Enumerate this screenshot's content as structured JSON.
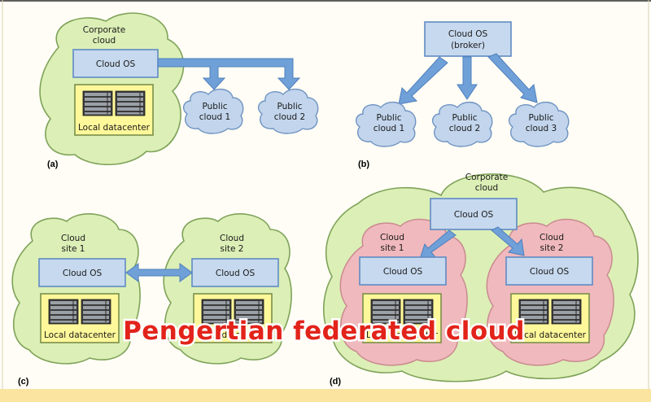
{
  "panels": {
    "a": {
      "tag": "(a)",
      "corporate_cloud": "Corporate\ncloud",
      "cloud_os": "Cloud OS",
      "datacenter": "Local datacenter",
      "public_cloud_1": "Public\ncloud 1",
      "public_cloud_2": "Public\ncloud 2"
    },
    "b": {
      "tag": "(b)",
      "broker": "Cloud OS\n(broker)",
      "public_cloud_1": "Public\ncloud 1",
      "public_cloud_2": "Public\ncloud 2",
      "public_cloud_3": "Public\ncloud 3"
    },
    "c": {
      "tag": "(c)",
      "site1": "Cloud\nsite 1",
      "site2": "Cloud\nsite 2",
      "cloud_os_1": "Cloud OS",
      "cloud_os_2": "Cloud OS",
      "datacenter_1": "Local datacenter",
      "datacenter_2": "Local datacenter"
    },
    "d": {
      "tag": "(d)",
      "corporate_cloud": "Corporate\ncloud",
      "cloud_os_top": "Cloud OS",
      "site1": "Cloud\nsite 1",
      "site2": "Cloud\nsite 2",
      "cloud_os_1": "Cloud OS",
      "cloud_os_2": "Cloud OS",
      "datacenter_1": "Local datacenter",
      "datacenter_2": "Local datacenter"
    }
  },
  "watermark": "Pengertian federated cloud",
  "colors": {
    "cloud_green": "#dcefb6",
    "cloud_green_stroke": "#7fa35a",
    "cloud_blue": "#c2d5ec",
    "cloud_blue_stroke": "#6f93c2",
    "cloud_pink": "#f0b9bd",
    "cloud_pink_stroke": "#c98a8f",
    "os_fill": "#c7d9ee",
    "datacenter_fill": "#fff89a",
    "arrow": "#6fa0d8",
    "watermark": "#e2231a",
    "bottom_bar": "#fbe3a0"
  }
}
